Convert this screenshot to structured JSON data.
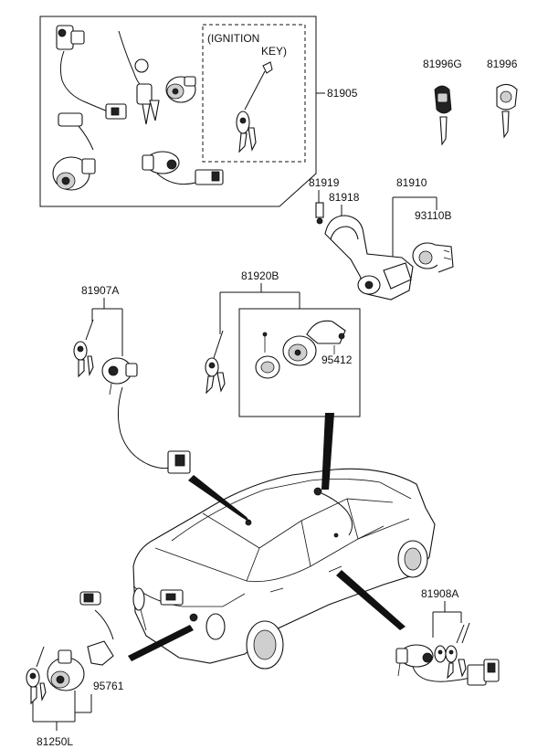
{
  "labels": {
    "set_81905": "81905",
    "ignition_key_line1": "(IGNITION",
    "ignition_key_line2": "KEY)",
    "key_81996G": "81996G",
    "key_81996": "81996",
    "part_81919": "81919",
    "part_81918": "81918",
    "part_81910": "81910",
    "part_93110B": "93110B",
    "set_81920B": "81920B",
    "part_95412": "95412",
    "set_81907A": "81907A",
    "set_81908A": "81908A",
    "part_95761": "95761",
    "set_81250L": "81250L"
  }
}
